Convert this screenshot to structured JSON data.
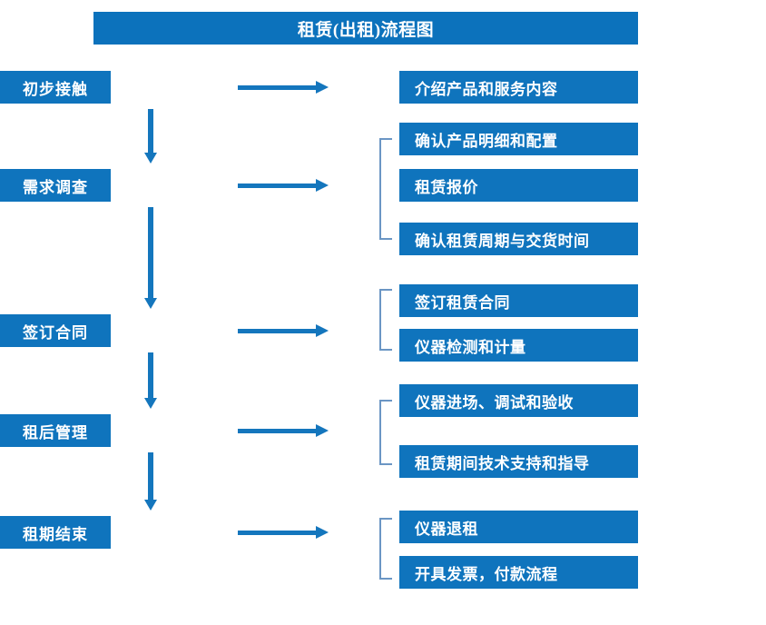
{
  "diagram": {
    "title": "租赁(出租)流程图",
    "colors": {
      "box_blue": "#0F74BD",
      "title_blue": "#0C72BC",
      "arrow_blue": "#1476BD",
      "bracket_blue": "#6B96C4",
      "text_white": "#FFFFFF",
      "background": "#FFFFFF"
    },
    "stages": [
      {
        "label": "初步接触"
      },
      {
        "label": "需求调查"
      },
      {
        "label": "签订合同"
      },
      {
        "label": "租后管理"
      },
      {
        "label": "租期结束"
      }
    ],
    "groups": [
      {
        "stage": "初步接触",
        "bracketed": false,
        "details": [
          {
            "label": "介绍产品和服务内容"
          }
        ]
      },
      {
        "stage": "需求调查",
        "bracketed": true,
        "details": [
          {
            "label": "确认产品明细和配置"
          },
          {
            "label": "租赁报价"
          },
          {
            "label": "确认租赁周期与交货时间"
          }
        ]
      },
      {
        "stage": "签订合同",
        "bracketed": true,
        "details": [
          {
            "label": "签订租赁合同"
          },
          {
            "label": "仪器检测和计量"
          }
        ]
      },
      {
        "stage": "租后管理",
        "bracketed": true,
        "details": [
          {
            "label": "仪器进场、调试和验收"
          },
          {
            "label": "租赁期间技术支持和指导"
          }
        ]
      },
      {
        "stage": "租期结束",
        "bracketed": true,
        "details": [
          {
            "label": "仪器退租"
          },
          {
            "label": "开具发票，付款流程"
          }
        ]
      }
    ],
    "connectors": {
      "horizontal_arrow_icon": "arrow-right-icon",
      "vertical_arrow_icon": "arrow-down-icon",
      "bracket_icon": "brace-left-icon"
    }
  }
}
